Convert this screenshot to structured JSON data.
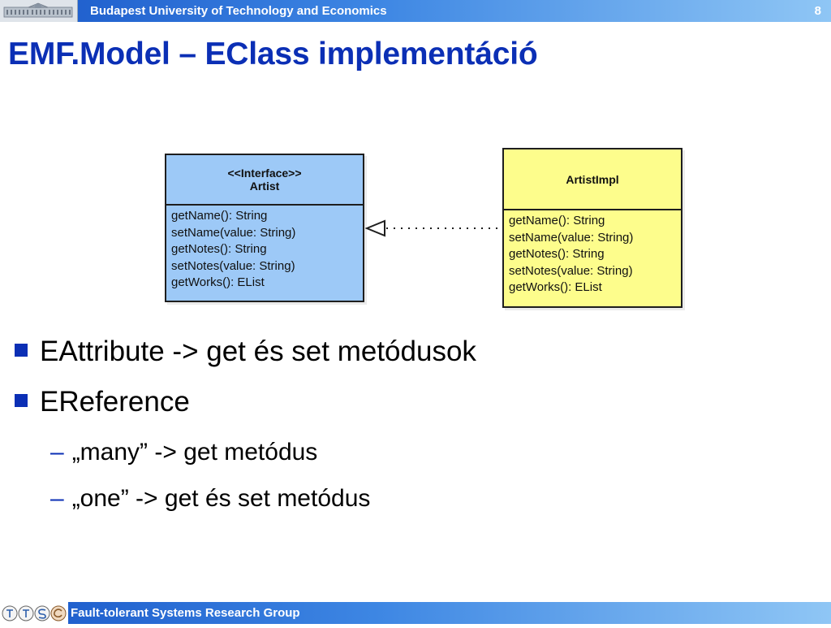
{
  "header": {
    "title": "Budapest University of Technology and Economics",
    "page_number": "8",
    "logo_icon": "university-building-icon"
  },
  "slide": {
    "title": "EMF.Model – EClass implementáció"
  },
  "diagram": {
    "interface": {
      "stereotype": "<<Interface>>",
      "name": "Artist",
      "fill": "#9dc9f7",
      "methods": [
        "getName(): String",
        "setName(value: String)",
        "getNotes(): String",
        "setNotes(value: String)",
        "getWorks(): EList"
      ]
    },
    "implementation": {
      "name": "ArtistImpl",
      "fill": "#fdfd8c",
      "methods": [
        "getName(): String",
        "setName(value: String)",
        "getNotes(): String",
        "setNotes(value: String)",
        "getWorks(): EList"
      ]
    },
    "relation": "realization-arrow"
  },
  "bullets": [
    {
      "level": 1,
      "text": "EAttribute -> get és set metódusok"
    },
    {
      "level": 1,
      "text": "EReference"
    },
    {
      "level": 2,
      "text": "„many” -> get metódus"
    },
    {
      "level": 2,
      "text": "„one” -> get és set metódus"
    }
  ],
  "footer": {
    "title": "Fault-tolerant Systems Research Group",
    "logo_icon": "ftsrg-logo-icon"
  },
  "colors": {
    "accent": "#0b2fb5",
    "bar_start": "#1a58c9",
    "bar_end": "#8fc6f5"
  }
}
